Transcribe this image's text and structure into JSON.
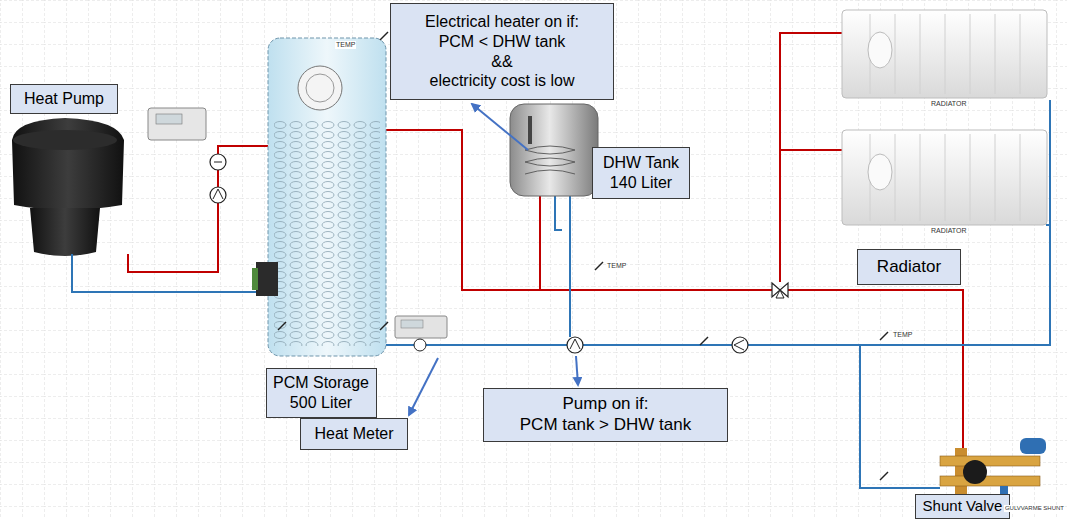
{
  "diagram": {
    "nodes": [
      {
        "text": [
          "Heat Pump"
        ]
      },
      {
        "text": [
          "Electrical heater on if:",
          "PCM < DHW tank",
          "&&",
          "electricity cost is low"
        ]
      },
      {
        "text": [
          "DHW Tank",
          "140 Liter"
        ]
      },
      {
        "text": [
          "Radiator"
        ]
      },
      {
        "text": [
          "PCM Storage",
          "500 Liter"
        ]
      },
      {
        "text": [
          "Heat Meter"
        ]
      },
      {
        "text": [
          "Pump on if:",
          "PCM tank > DHW tank"
        ]
      },
      {
        "text": [
          "Shunt Valve"
        ]
      }
    ],
    "labels": [
      "TEMP",
      "TEMP",
      "TEMP",
      "RADIATOR",
      "RADIATOR",
      "GULVVARME SHUNT"
    ]
  }
}
